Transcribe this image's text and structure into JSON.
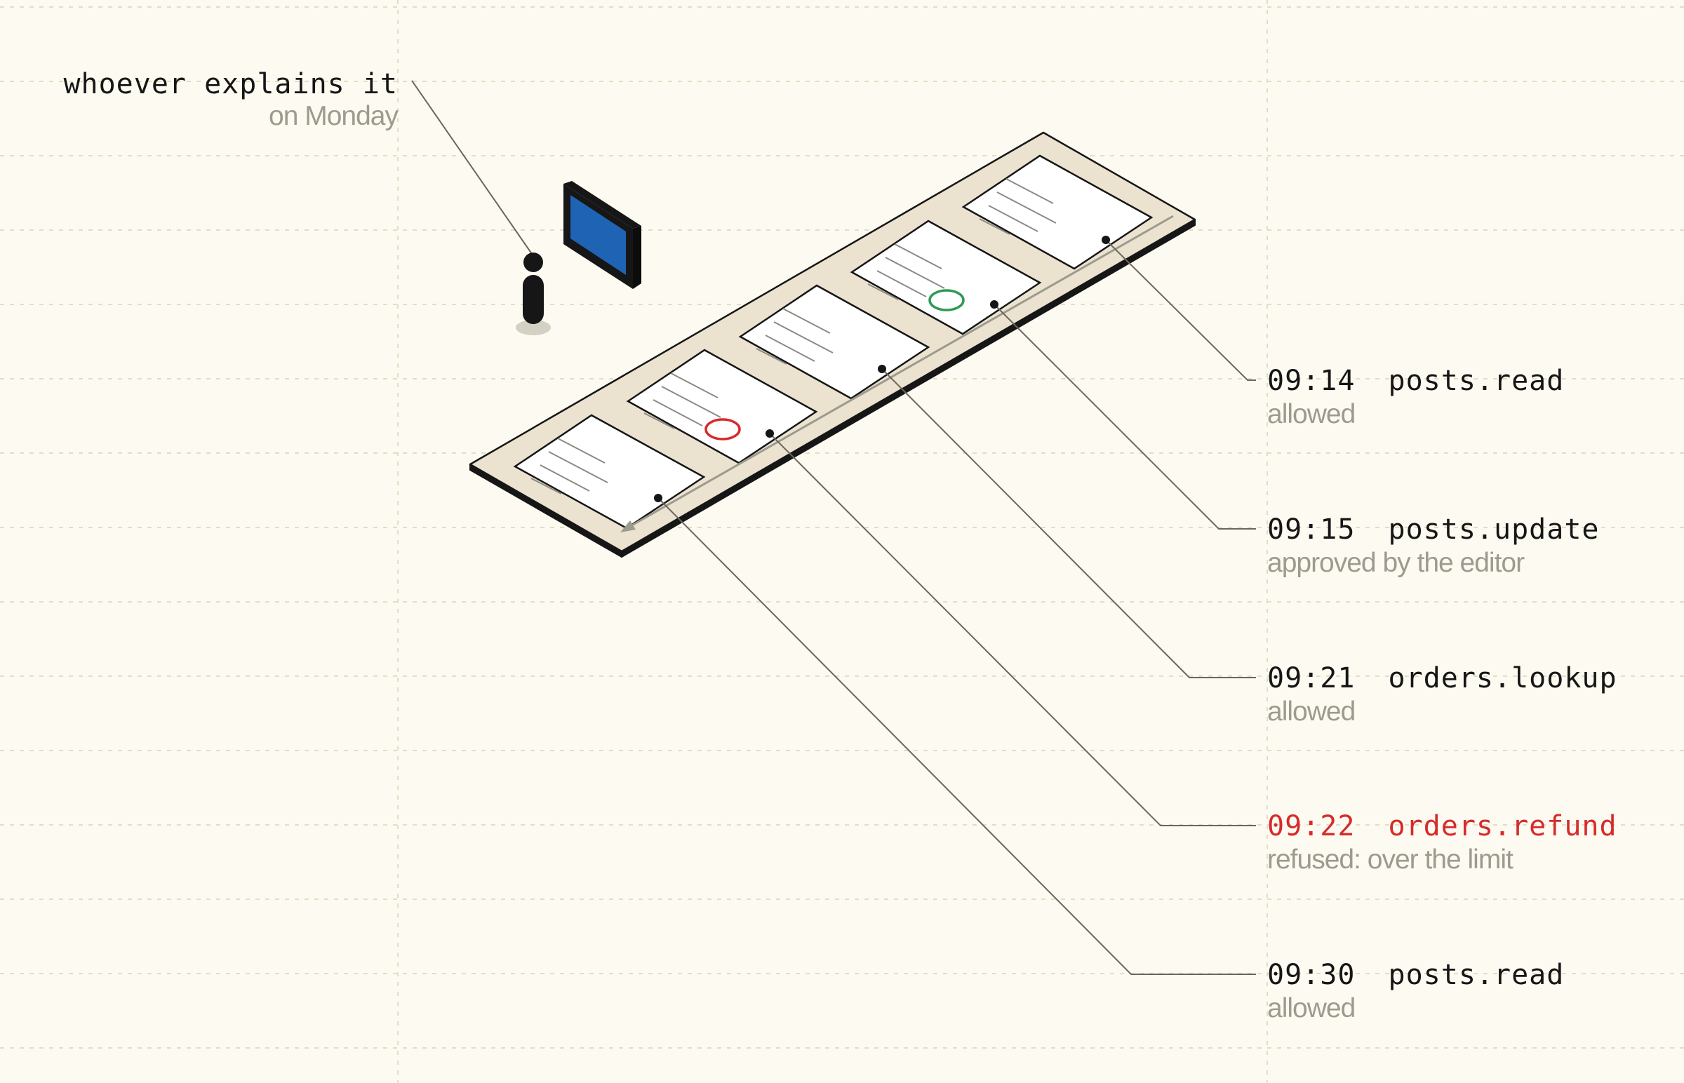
{
  "observer": {
    "title": "whoever explains it",
    "subtitle": "on Monday"
  },
  "log_entries": [
    {
      "time": "09:14",
      "action": "posts.read",
      "status": "allowed",
      "highlight": false
    },
    {
      "time": "09:15",
      "action": "posts.update",
      "status": "approved by the editor",
      "highlight": false
    },
    {
      "time": "09:21",
      "action": "orders.lookup",
      "status": "allowed",
      "highlight": false
    },
    {
      "time": "09:22",
      "action": "orders.refund",
      "status": "refused: over the limit",
      "highlight": true
    },
    {
      "time": "09:30",
      "action": "posts.read",
      "status": "allowed",
      "highlight": false
    }
  ],
  "colors": {
    "background": "#fdfaf1",
    "text": "#161616",
    "muted": "#9d9a8e",
    "refused": "#d62b2b",
    "approved": "#2e9a55",
    "screen": "#1f64b4",
    "tray": "#ebe3d0"
  },
  "icons": {
    "person": "person-icon",
    "monitor": "monitor-icon"
  }
}
